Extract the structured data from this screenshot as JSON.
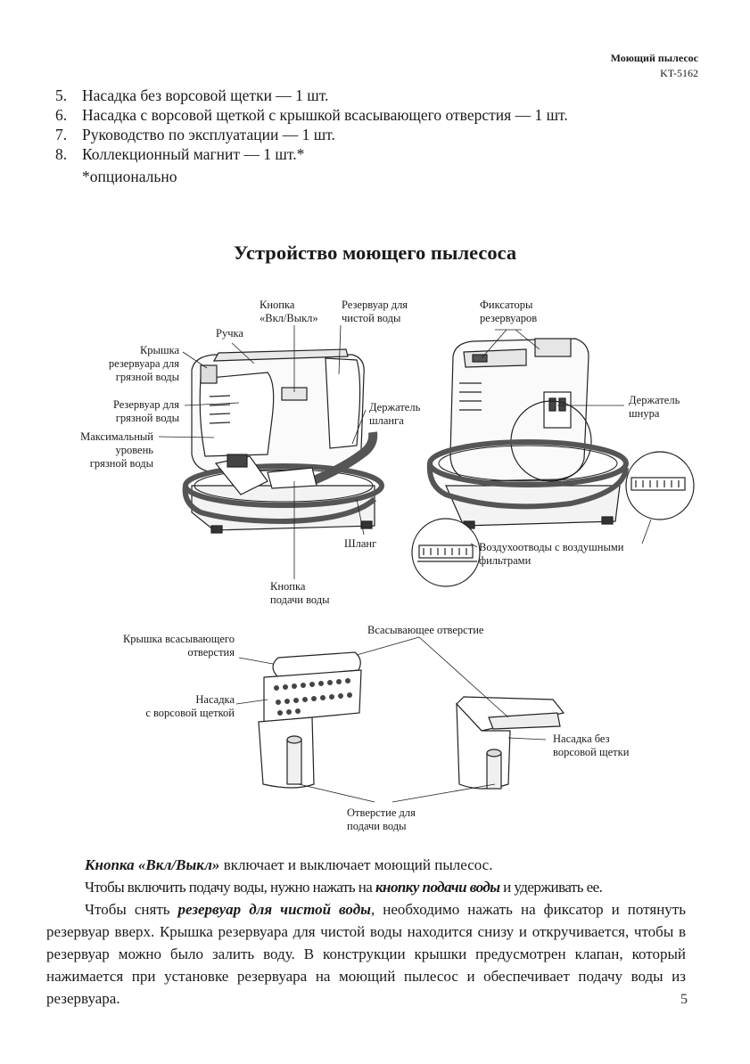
{
  "header": {
    "title": "Моющий пылесос",
    "model": "KT-5162"
  },
  "contents_items": [
    {
      "n": "5.",
      "text": "Насадка без ворсовой щетки — 1 шт."
    },
    {
      "n": "6.",
      "text": "Насадка с ворсовой щеткой с крышкой всасывающего отверстия — 1 шт."
    },
    {
      "n": "7.",
      "text": "Руководство по эксплуатации — 1 шт."
    },
    {
      "n": "8.",
      "text": "Коллекционный магнит — 1 шт.*"
    }
  ],
  "optional_note": "*опционально",
  "section_title": "Устройство моющего пылесоса",
  "labels": {
    "button_line1": "Кнопка",
    "button_line2": "«Вкл/Выкл»",
    "clean_tank_line1": "Резервуар для",
    "clean_tank_line2": "чистой воды",
    "handle": "Ручка",
    "dirty_lid_line1": "Крышка",
    "dirty_lid_line2": "резервуара для",
    "dirty_lid_line3": "грязной воды",
    "dirty_tank_line1": "Резервуар для",
    "dirty_tank_line2": "грязной воды",
    "max_level_line1": "Максимальный",
    "max_level_line2": "уровень",
    "max_level_line3": "грязной воды",
    "hose_holder_line1": "Держатель",
    "hose_holder_line2": "шланга",
    "hose": "Шланг",
    "water_button_line1": "Кнопка",
    "water_button_line2": "подачи воды",
    "latches_line1": "Фиксаторы",
    "latches_line2": "резервуаров",
    "cord_holder_line1": "Держатель",
    "cord_holder_line2": "шнура",
    "vents_line1": "Воздухоотводы с воздушными",
    "vents_line2": "фильтрами",
    "suction_lid_line1": "Крышка всасывающего",
    "suction_lid_line2": "отверстия",
    "suction_opening": "Всасывающее отверстие",
    "brush_nozzle_line1": "Насадка",
    "brush_nozzle_line2": "с ворсовой щеткой",
    "plain_nozzle_line1": "Насадка без",
    "plain_nozzle_line2": "ворсовой щетки",
    "water_hole_line1": "Отверстие для",
    "water_hole_line2": "подачи воды"
  },
  "paragraphs": {
    "p1_bold": "Кнопка «Вкл/Выкл»",
    "p1_rest": " включает и выключает моющий пылесос.",
    "p2_start": "Чтобы включить подачу воды, нужно нажать на ",
    "p2_bold": "кнопку подачи воды",
    "p2_end": " и удерживать ее.",
    "p3_start": "Чтобы снять ",
    "p3_bold": "резервуар для чистой воды",
    "p3_end": ", необходимо нажать на фиксатор и потянуть резервуар вверх. Крышка резервуара для чистой воды находится снизу и откручивается, чтобы в резервуар можно было залить воду. В конструкции крышки предусмотрен клапан, который нажимается при установке резервуара на моющий пылесос и обеспечивает подачу воды из резервуара."
  },
  "page_number": "5"
}
